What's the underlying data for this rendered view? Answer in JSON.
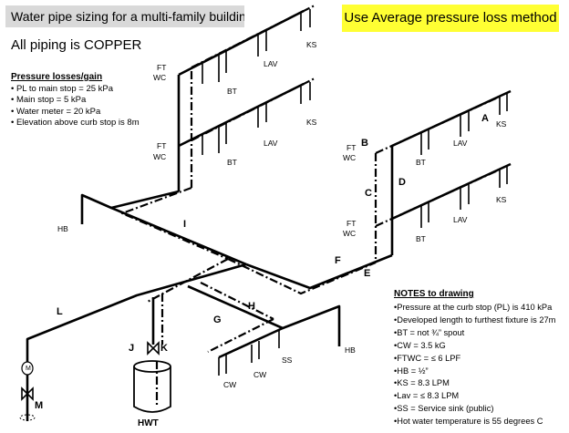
{
  "header": {
    "title": "Water pipe sizing for a multi-family building",
    "method": "Use Average pressure loss method",
    "material": "All piping is COPPER",
    "highlight_color": "#ffff33",
    "title_bg_color": "#d9d9d9"
  },
  "pressure": {
    "title": "Pressure losses/gain",
    "items": [
      "PL to main stop = 25 kPa",
      "Main stop = 5 kPa",
      "Water meter = 20 kPa",
      "Elevation above curb stop is 8m"
    ]
  },
  "notes": {
    "title": "NOTES to drawing",
    "items": [
      "•Pressure at the curb stop (PL) is 410 kPa",
      "•Developed length to furthest fixture is 27m",
      "•BT = not ¾” spout",
      "•CW = 3.5 kG",
      "•FTWC = ≤ 6 LPF",
      "•HB = ½”",
      "•KS = 8.3 LPM",
      "•Lav = ≤ 8.3 LPM",
      "•SS = Service sink (public)",
      "•Hot water temperature is 55 degrees C"
    ]
  },
  "fixtures": {
    "ft": "FT",
    "wc": "WC",
    "bt": "BT",
    "lav": "LAV",
    "ks": "KS",
    "hb": "HB",
    "cw": "CW",
    "ss": "SS",
    "hwt": "HWT",
    "meter": "M"
  },
  "sections": {
    "a": "A",
    "b": "B",
    "c": "C",
    "d": "D",
    "e": "E",
    "f": "F",
    "g": "G",
    "h": "H",
    "i": "I",
    "j": "J",
    "k": "K",
    "l": "L",
    "m": "M"
  }
}
